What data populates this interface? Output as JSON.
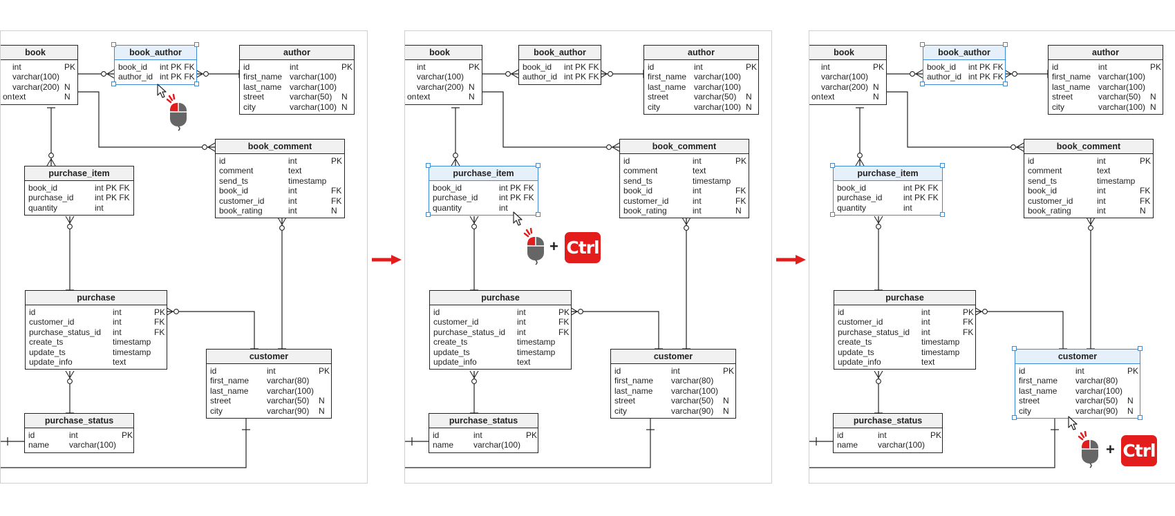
{
  "tables": {
    "book": {
      "title": "book",
      "rows": [
        [
          "",
          "int",
          "PK"
        ],
        [
          "",
          "varchar(100)",
          ""
        ],
        [
          "",
          "varchar(200)",
          "N"
        ],
        [
          "on",
          "text",
          "N"
        ]
      ]
    },
    "book_author": {
      "title": "book_author",
      "rows": [
        [
          "book_id",
          "int PK FK",
          ""
        ],
        [
          "author_id",
          "int PK FK",
          ""
        ]
      ]
    },
    "author": {
      "title": "author",
      "rows": [
        [
          "id",
          "int",
          "PK"
        ],
        [
          "first_name",
          "varchar(100)",
          ""
        ],
        [
          "last_name",
          "varchar(100)",
          ""
        ],
        [
          "street",
          "varchar(50)",
          "N"
        ],
        [
          "city",
          "varchar(100)",
          "N"
        ]
      ]
    },
    "book_comment": {
      "title": "book_comment",
      "rows": [
        [
          "id",
          "int",
          "PK"
        ],
        [
          "comment",
          "text",
          ""
        ],
        [
          "send_ts",
          "timestamp",
          ""
        ],
        [
          "book_id",
          "int",
          "FK"
        ],
        [
          "customer_id",
          "int",
          "FK"
        ],
        [
          "book_rating",
          "int",
          "N"
        ]
      ]
    },
    "purchase_item": {
      "title": "purchase_item",
      "rows": [
        [
          "book_id",
          "int PK FK",
          ""
        ],
        [
          "purchase_id",
          "int PK FK",
          ""
        ],
        [
          "quantity",
          "int",
          ""
        ]
      ]
    },
    "purchase": {
      "title": "purchase",
      "rows": [
        [
          "id",
          "int",
          "PK"
        ],
        [
          "customer_id",
          "int",
          "FK"
        ],
        [
          "purchase_status_id",
          "int",
          "FK"
        ],
        [
          "create_ts",
          "timestamp",
          ""
        ],
        [
          "update_ts",
          "timestamp",
          ""
        ],
        [
          "update_info",
          "text",
          ""
        ]
      ]
    },
    "customer": {
      "title": "customer",
      "rows": [
        [
          "id",
          "int",
          "PK"
        ],
        [
          "first_name",
          "varchar(80)",
          ""
        ],
        [
          "last_name",
          "varchar(100)",
          ""
        ],
        [
          "street",
          "varchar(50)",
          "N"
        ],
        [
          "city",
          "varchar(90)",
          "N"
        ]
      ]
    },
    "purchase_status": {
      "title": "purchase_status",
      "rows": [
        [
          "id",
          "int",
          "PK"
        ],
        [
          "name",
          "varchar(100)",
          ""
        ]
      ]
    }
  },
  "ctrl_key_label": "Ctrl",
  "plus_label": "+",
  "panels": [
    {
      "selected": [
        "book_author"
      ],
      "ctrl": false
    },
    {
      "selected": [
        "purchase_item"
      ],
      "ctrl": true
    },
    {
      "selected": [
        "book_author",
        "purchase_item",
        "customer"
      ],
      "ctrl": true
    }
  ],
  "colors": {
    "selection": "#3a8ad8",
    "arrow": "#e31c1c",
    "ctrl_key": "#e31c1c",
    "table_border": "#222222",
    "header_bg": "#f1f1f1"
  },
  "icons": [
    "mouse-click-icon",
    "cursor-arrow-icon",
    "next-step-arrow-icon",
    "ctrl-key-icon"
  ]
}
